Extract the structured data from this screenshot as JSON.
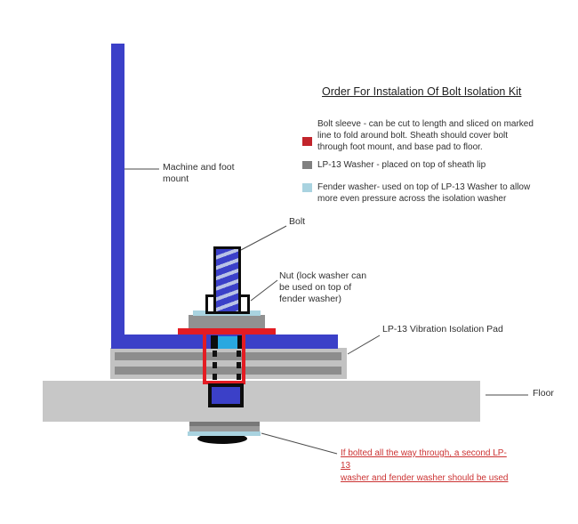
{
  "title": "Order For Instalation Of Bolt Isolation Kit",
  "legend": {
    "items": [
      {
        "name": "bolt-sleeve",
        "swatch": "#c2242b",
        "lines": [
          "Bolt sleeve - can be cut to length and sliced on marked",
          "line to fold around bolt. Sheath should cover bolt",
          "through foot mount, and base pad to floor."
        ]
      },
      {
        "name": "lp13-washer",
        "swatch": "#808080",
        "lines": [
          "LP-13 Washer - placed on top of sheath lip"
        ]
      },
      {
        "name": "fender-washer",
        "swatch": "#a9d3e0",
        "lines": [
          "Fender washer- used on top of LP-13 Washer to allow",
          "more even pressure across the isolation washer"
        ]
      }
    ]
  },
  "labels": {
    "machine_mount_lines": [
      "Machine and foot",
      "mount"
    ],
    "bolt": "Bolt",
    "nut_lines": [
      "Nut (lock washer can",
      "be used on top of",
      "fender washer)"
    ],
    "pad": "LP-13 Vibration Isolation Pad",
    "floor": "Floor",
    "note_lines": [
      "If bolted all the way through, a second LP-13",
      "washer and fender washer should be used"
    ]
  },
  "colors": {
    "machine_blue": "#3b40c8",
    "bolt_blue": "#3b40c8",
    "bolt_stripe": "#b9c3e6",
    "sleeve_red": "#e31c23",
    "washer_gray": "#919191",
    "fender_light_blue": "#a9d3e0",
    "sleeve_core_cyan": "#29a8e0",
    "pad_light_gray": "#c2c2c2",
    "pad_dark_gray": "#8d8d8d",
    "floor_gray": "#c7c7c7",
    "note_red": "#cc3333",
    "bolt_end_blue": "#3b40c8"
  }
}
